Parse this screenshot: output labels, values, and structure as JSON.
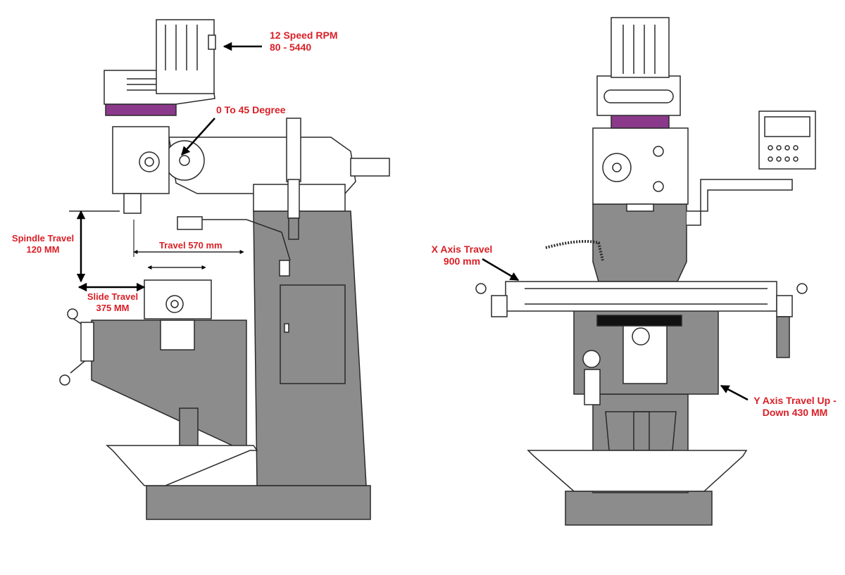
{
  "colors": {
    "machine_gray": "#8c8c8c",
    "outline": "#2a2a2a",
    "accent_purple": "#8b3a8b",
    "label_red": "#d91f26",
    "arrow_black": "#000000",
    "background": "#ffffff"
  },
  "labels": {
    "speed": {
      "line1": "12 Speed RPM",
      "line2": "80 - 5440"
    },
    "degree": {
      "line1": "0 To 45 Degree"
    },
    "spindle_travel": {
      "line1": "Spindle Travel",
      "line2": "120 MM"
    },
    "travel": {
      "line1": "Travel 570 mm"
    },
    "slide_travel": {
      "line1": "Slide Travel",
      "line2": "375 MM"
    },
    "x_axis": {
      "line1": "X Axis Travel",
      "line2": "900 mm"
    },
    "y_axis": {
      "line1": "Y Axis Travel Up -",
      "line2": "Down 430 MM"
    }
  },
  "views": {
    "side": "side-view",
    "front": "front-view"
  }
}
